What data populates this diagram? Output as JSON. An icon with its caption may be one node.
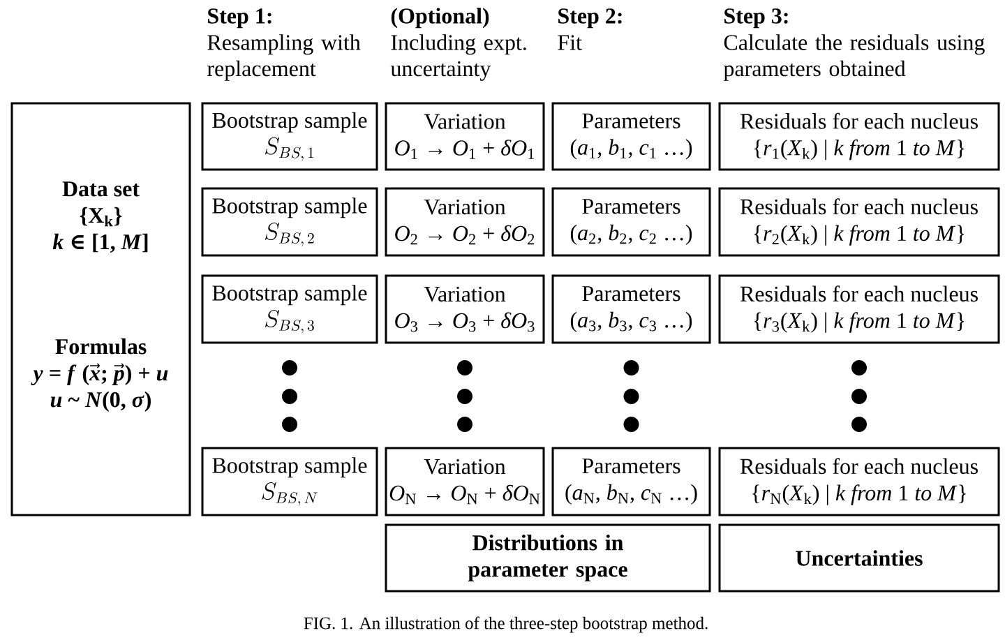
{
  "diagram": {
    "nodes": [
      {
        "text": [
          "Data set",
          "{X$_{k}$}",
          "*k* ∈ [1, *M*]",
          "Formulas",
          "*y* = *f* (*x⃗*; *p⃗*) + *u*",
          "*u* ~ *N*(0, *σ*)"
        ]
      },
      {
        "text": [
          "Bootstrap sample",
          "S_{BS,\\,1}"
        ]
      },
      {
        "text": [
          "Variation",
          "*O*$_{1}$ → *O*$_{1}$ + *δO*$_{1}$"
        ]
      },
      {
        "text": [
          "Parameters",
          "(*a*$_{1}$, *b*$_{1}$, *c*$_{1}$ …)"
        ]
      },
      {
        "text": [
          "Residuals for each nucleus",
          "{*r*$_{1}$(*X*$_{k}$) | *k from* 1 *to M*}"
        ]
      },
      {
        "text": [
          "Bootstrap sample",
          "S_{BS,\\,2}"
        ]
      },
      {
        "text": [
          "Variation",
          "*O*$_{2}$ → *O*$_{2}$ + *δO*$_{2}$"
        ]
      },
      {
        "text": [
          "Parameters",
          "(*a*$_{2}$, *b*$_{2}$, *c*$_{2}$ …)"
        ]
      },
      {
        "text": [
          "Residuals for each nucleus",
          "{*r*$_{2}$(*X*$_{k}$) | *k from* 1 *to M*}"
        ]
      },
      {
        "text": [
          "Bootstrap sample",
          "S_{BS,\\,3}"
        ]
      },
      {
        "text": [
          "Variation",
          "*O*$_{3}$ → *O*$_{3}$ + *δO*$_{3}$"
        ]
      },
      {
        "text": [
          "Parameters",
          "(*a*$_{3}$, *b*$_{3}$, *c*$_{3}$ …)"
        ]
      },
      {
        "text": [
          "Residuals for each nucleus",
          "{*r*$_{3}$(*X*$_{k}$) | *k from* 1 *to M*}"
        ]
      },
      {
        "text": [
          "Bootstrap sample",
          "S_{BS,\\,N}"
        ]
      },
      {
        "text": [
          "Variation",
          "*O*$_{N}$ → *O*$_{N}$ + *δO*$_{N}$"
        ]
      },
      {
        "text": [
          "Parameters",
          "(*a*$_{N}$, *b*$_{N}$, *c*$_{N}$ …)"
        ]
      },
      {
        "text": [
          "Residuals for each nucleus",
          "{*r*$_{N}$(*X*$_{k}$) | *k from* 1 *to M*}"
        ]
      },
      {
        "text": [
          "Distributions in parameter space"
        ]
      },
      {
        "text": [
          "Uncertainties"
        ]
      }
    ],
    "labels": [
      "Step 1:",
      "Resampling with replacement",
      "(Optional)",
      "Including expt. uncertainty",
      "Step 2:",
      "Fit",
      "Step 3:",
      "Calculate the residuals using parameters obtained"
    ],
    "caption": "FIG. 1. An illustration of the three-step bootstrap method."
  }
}
